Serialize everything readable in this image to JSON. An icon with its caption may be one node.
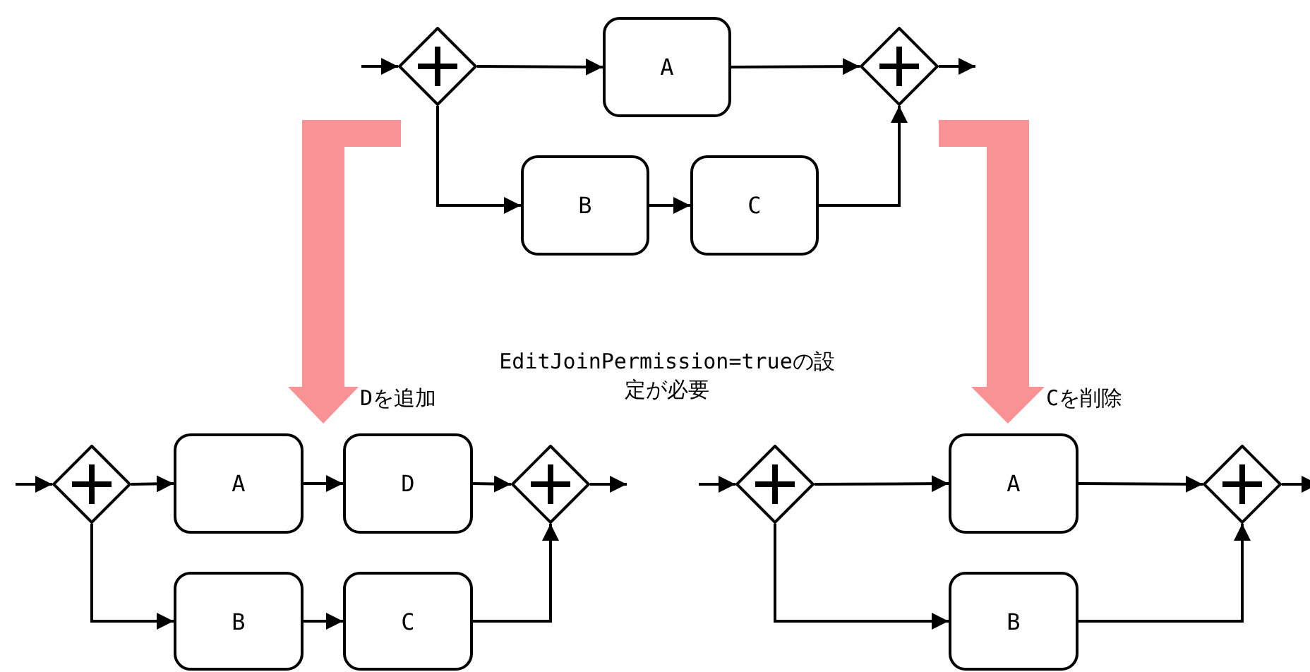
{
  "diagram": {
    "nodes": [
      {
        "text": [],
        "shape": "diamond"
      },
      {
        "text": [
          "A"
        ]
      },
      {
        "text": [],
        "shape": "diamond"
      },
      {
        "text": [
          "B"
        ]
      },
      {
        "text": [
          "C"
        ]
      },
      {
        "text": [],
        "shape": "diamond"
      },
      {
        "text": [
          "A"
        ]
      },
      {
        "text": [
          "D"
        ]
      },
      {
        "text": [],
        "shape": "diamond"
      },
      {
        "text": [
          "B"
        ]
      },
      {
        "text": [
          "C"
        ]
      },
      {
        "text": [],
        "shape": "diamond"
      },
      {
        "text": [
          "A"
        ]
      },
      {
        "text": [],
        "shape": "diamond"
      },
      {
        "text": [
          "B"
        ]
      }
    ],
    "edges": [
      {
        "from": null,
        "to": 0,
        "arrow": "to"
      },
      {
        "from": 0,
        "to": 1,
        "arrow": "to"
      },
      {
        "from": 0,
        "to": 3,
        "arrow": "to"
      },
      {
        "from": 3,
        "to": 4,
        "arrow": "to"
      },
      {
        "from": 1,
        "to": 2,
        "arrow": "to"
      },
      {
        "from": 4,
        "to": 2,
        "arrow": "to"
      },
      {
        "from": 2,
        "to": null,
        "arrow": "to"
      },
      {
        "from": null,
        "to": 5,
        "arrow": "to"
      },
      {
        "from": 5,
        "to": 6,
        "arrow": "to"
      },
      {
        "from": 6,
        "to": 7,
        "arrow": "to"
      },
      {
        "from": 7,
        "to": 8,
        "arrow": "to"
      },
      {
        "from": 5,
        "to": 9,
        "arrow": "to"
      },
      {
        "from": 9,
        "to": 10,
        "arrow": "to"
      },
      {
        "from": 10,
        "to": 8,
        "arrow": "to"
      },
      {
        "from": 8,
        "to": null,
        "arrow": "to"
      },
      {
        "from": null,
        "to": 11,
        "arrow": "to"
      },
      {
        "from": 11,
        "to": 12,
        "arrow": "to"
      },
      {
        "from": 11,
        "to": 14,
        "arrow": "to"
      },
      {
        "from": 12,
        "to": 13,
        "arrow": "to"
      },
      {
        "from": 14,
        "to": 13,
        "arrow": "to"
      },
      {
        "from": 13,
        "to": null,
        "arrow": "to"
      }
    ],
    "labels": [
      "Dを追加",
      "EditJoinPermission=trueの設定が必要",
      "Cを削除"
    ]
  }
}
